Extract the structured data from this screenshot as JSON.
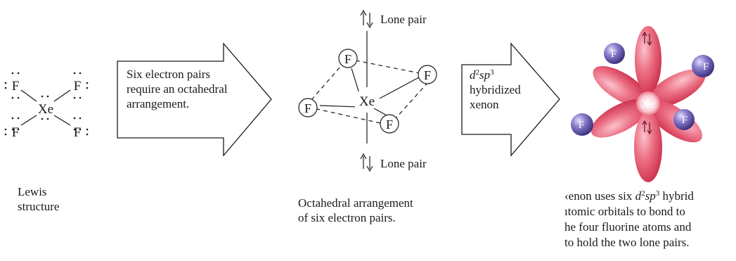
{
  "lewis": {
    "atoms": {
      "xe": "Xe",
      "f": "F"
    },
    "caption": {
      "line1": "Lewis",
      "line2": "structure"
    }
  },
  "arrow1": {
    "lines": [
      "Six electron pairs",
      "require an octahedral",
      "arrangement."
    ]
  },
  "octahedral": {
    "atoms": {
      "xe": "Xe",
      "f": "F"
    },
    "lone_pair_top": "Lone pair",
    "lone_pair_bottom": "Lone pair",
    "caption": {
      "line1": "Octahedral arrangement",
      "line2": "of six electron pairs."
    }
  },
  "arrow2": {
    "hybrid_d": "d",
    "hybrid_sup1": "2",
    "hybrid_sp": "sp",
    "hybrid_sup2": "3",
    "line2": "hybridized",
    "line3": "xenon"
  },
  "orbital": {
    "center": "Xe",
    "fluorine": "F",
    "caption": {
      "line1_pre": "‹enon uses six ",
      "line1_d": "d",
      "line1_sup1": "2",
      "line1_sp": "sp",
      "line1_sup2": "3",
      "line1_post": " hybrid",
      "line2": "ıtomic orbitals to bond to",
      "line3": "he four fluorine atoms and",
      "line4": "to hold the two lone pairs."
    }
  },
  "colors": {
    "lobe": "#e0455f",
    "lobe_light": "#f6a0ae",
    "fluorine": "#5a4f9e",
    "fluorine_light": "#c7c0ee",
    "ink": "#1a1a1a"
  }
}
